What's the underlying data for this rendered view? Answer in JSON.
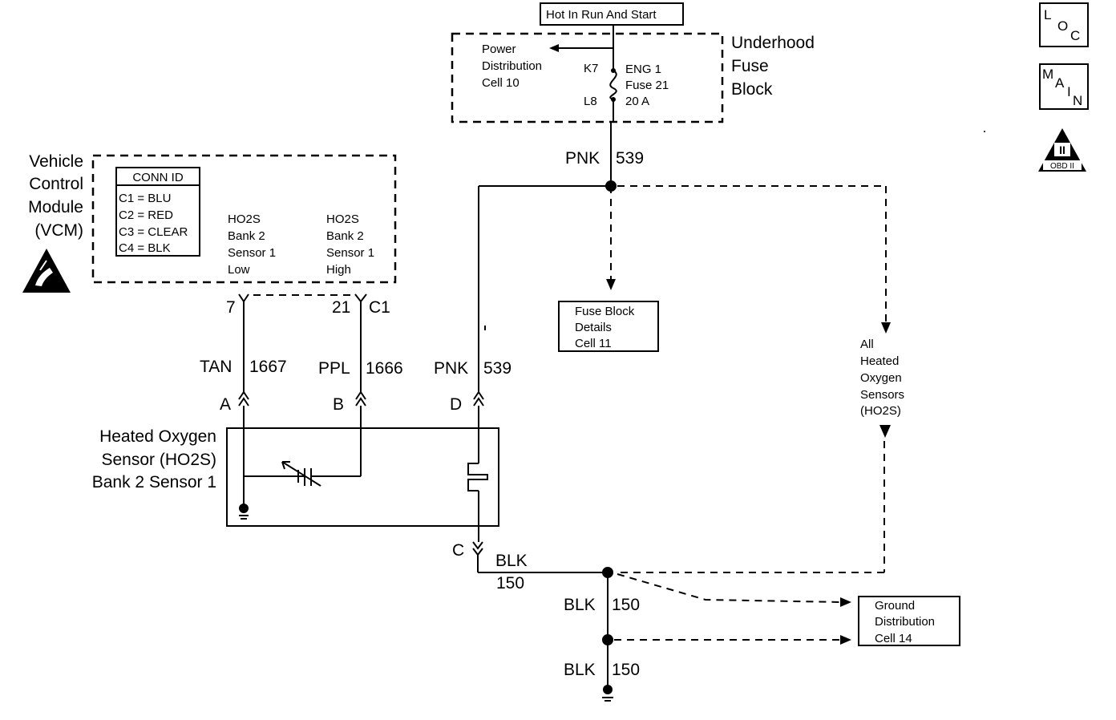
{
  "fuse_block": {
    "hot_label": "Hot In Run And Start",
    "title_lines": [
      "Underhood",
      "Fuse",
      "Block"
    ],
    "power_dist_lines": [
      "Power",
      "Distribution",
      "Cell 10"
    ],
    "k7": "K7",
    "l8": "L8",
    "fuse_lines": [
      "ENG 1",
      "Fuse 21",
      "20 A"
    ]
  },
  "vcm": {
    "title_lines": [
      "Vehicle",
      "Control",
      "Module",
      "(VCM)"
    ],
    "conn_title": "CONN ID",
    "conn_ids": [
      "C1 = BLU",
      "C2 = RED",
      "C3 = CLEAR",
      "C4 = BLK"
    ],
    "low_lines": [
      "HO2S",
      "Bank 2",
      "Sensor 1",
      "Low"
    ],
    "high_lines": [
      "HO2S",
      "Bank 2",
      "Sensor 1",
      "High"
    ],
    "pin_low": "7",
    "pin_high": "21",
    "connector": "C1"
  },
  "wires": {
    "pnk_top": [
      "PNK",
      "539"
    ],
    "tan": [
      "TAN",
      "1667"
    ],
    "ppl": [
      "PPL",
      "1666"
    ],
    "pnk_d": [
      "PNK",
      "539"
    ],
    "blk_c": [
      "BLK",
      "150"
    ],
    "blk_mid": [
      "BLK",
      "150"
    ],
    "blk_bottom": [
      "BLK",
      "150"
    ]
  },
  "sensor": {
    "title_lines": [
      "Heated Oxygen",
      "Sensor (HO2S)",
      "Bank 2 Sensor 1"
    ],
    "pin_a": "A",
    "pin_b": "B",
    "pin_d": "D",
    "pin_c": "C"
  },
  "refs": {
    "fuse_details": [
      "Fuse Block",
      "Details",
      "Cell 11"
    ],
    "all_ho2s": [
      "All",
      "Heated",
      "Oxygen",
      "Sensors",
      "(HO2S)"
    ],
    "ground_dist": [
      "Ground",
      "Distribution",
      "Cell 14"
    ]
  },
  "nav": {
    "loc_letters": [
      "L",
      "O",
      "C"
    ],
    "main_letters": [
      "M",
      "A",
      "I",
      "N"
    ],
    "obd_roman": "II",
    "obd_label": "OBD II"
  }
}
